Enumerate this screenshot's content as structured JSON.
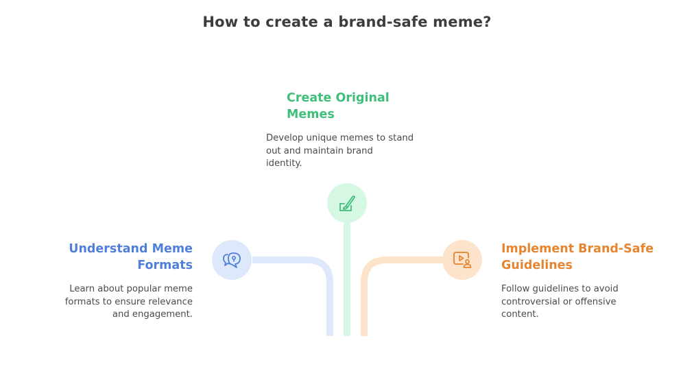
{
  "title": "How to create a brand-safe meme?",
  "steps": [
    {
      "id": "understand",
      "title_lines": [
        "Understand Meme",
        "Formats"
      ],
      "desc_lines": [
        "Learn about popular meme",
        "formats to ensure relevance",
        "and engagement."
      ],
      "color": "#4f7fd9",
      "light_color": "#dde8fb",
      "icon": "chat-bubbles-icon"
    },
    {
      "id": "create",
      "title_lines": [
        "Create Original",
        "Memes"
      ],
      "desc_lines": [
        "Develop unique memes to stand",
        "out and maintain brand",
        "identity."
      ],
      "color": "#3fbf7a",
      "light_color": "#d6f7e4",
      "icon": "paint-brush-icon"
    },
    {
      "id": "implement",
      "title_lines": [
        "Implement Brand-Safe",
        "Guidelines"
      ],
      "desc_lines": [
        "Follow guidelines to avoid",
        "controversial or offensive",
        "content."
      ],
      "color": "#e5852f",
      "light_color": "#fde3cc",
      "icon": "video-user-icon"
    }
  ]
}
